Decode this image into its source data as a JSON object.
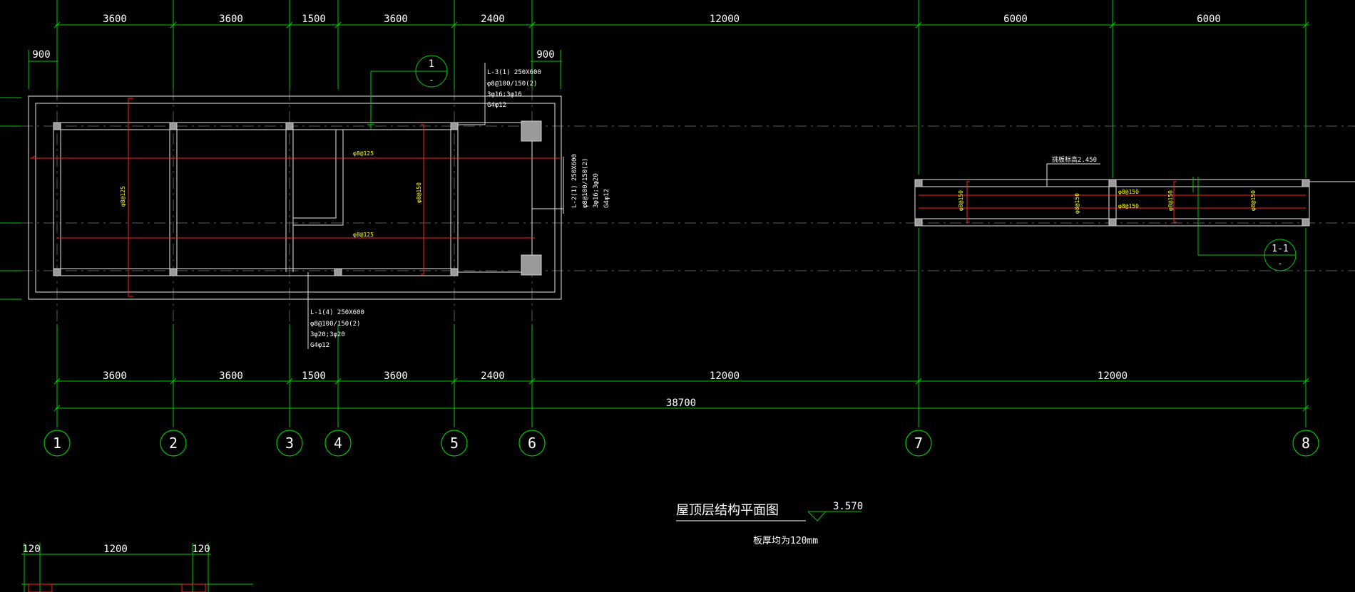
{
  "dims_top": [
    "3600",
    "3600",
    "1500",
    "3600",
    "2400",
    "12000",
    "6000",
    "6000"
  ],
  "dims_bottom": [
    "3600",
    "3600",
    "1500",
    "3600",
    "2400",
    "12000",
    "12000"
  ],
  "dim_total": "38700",
  "dim_left_900": "900",
  "dim_right_900": "900",
  "axes": [
    "1",
    "2",
    "3",
    "4",
    "5",
    "6",
    "7",
    "8"
  ],
  "section_1": {
    "num": "1",
    "sub": "-"
  },
  "section_11": {
    "num": "1-1",
    "sub": "-"
  },
  "beam_L3": [
    "L-3(1) 250X600",
    "φ8@100/150(2)",
    "3φ16;3φ16",
    "G4φ12"
  ],
  "beam_L1": [
    "L-1(4) 250X600",
    "φ8@100/150(2)",
    "3φ20;3φ20",
    "G4φ12"
  ],
  "beam_L2": [
    "L-2(1) 250X600",
    "φ8@100/150(2)",
    "3φ16;3φ20",
    "G4φ12"
  ],
  "rebar_labels": {
    "r1": "φ8@125",
    "r2": "φ8@125",
    "r3": "φ8@125",
    "r4": "φ8@150"
  },
  "right_labels": {
    "top": "挑板标高2.450",
    "v1": "φ8@150",
    "v2": "φ8@150",
    "v3": "φ8@150",
    "v4": "φ8@150",
    "h1": "φ8@150",
    "h2": "φ8@150"
  },
  "title": "屋顶层结构平面图",
  "elevation": "3.570",
  "note": "板厚均为120mm",
  "dims_small": [
    "120",
    "1200",
    "120"
  ]
}
